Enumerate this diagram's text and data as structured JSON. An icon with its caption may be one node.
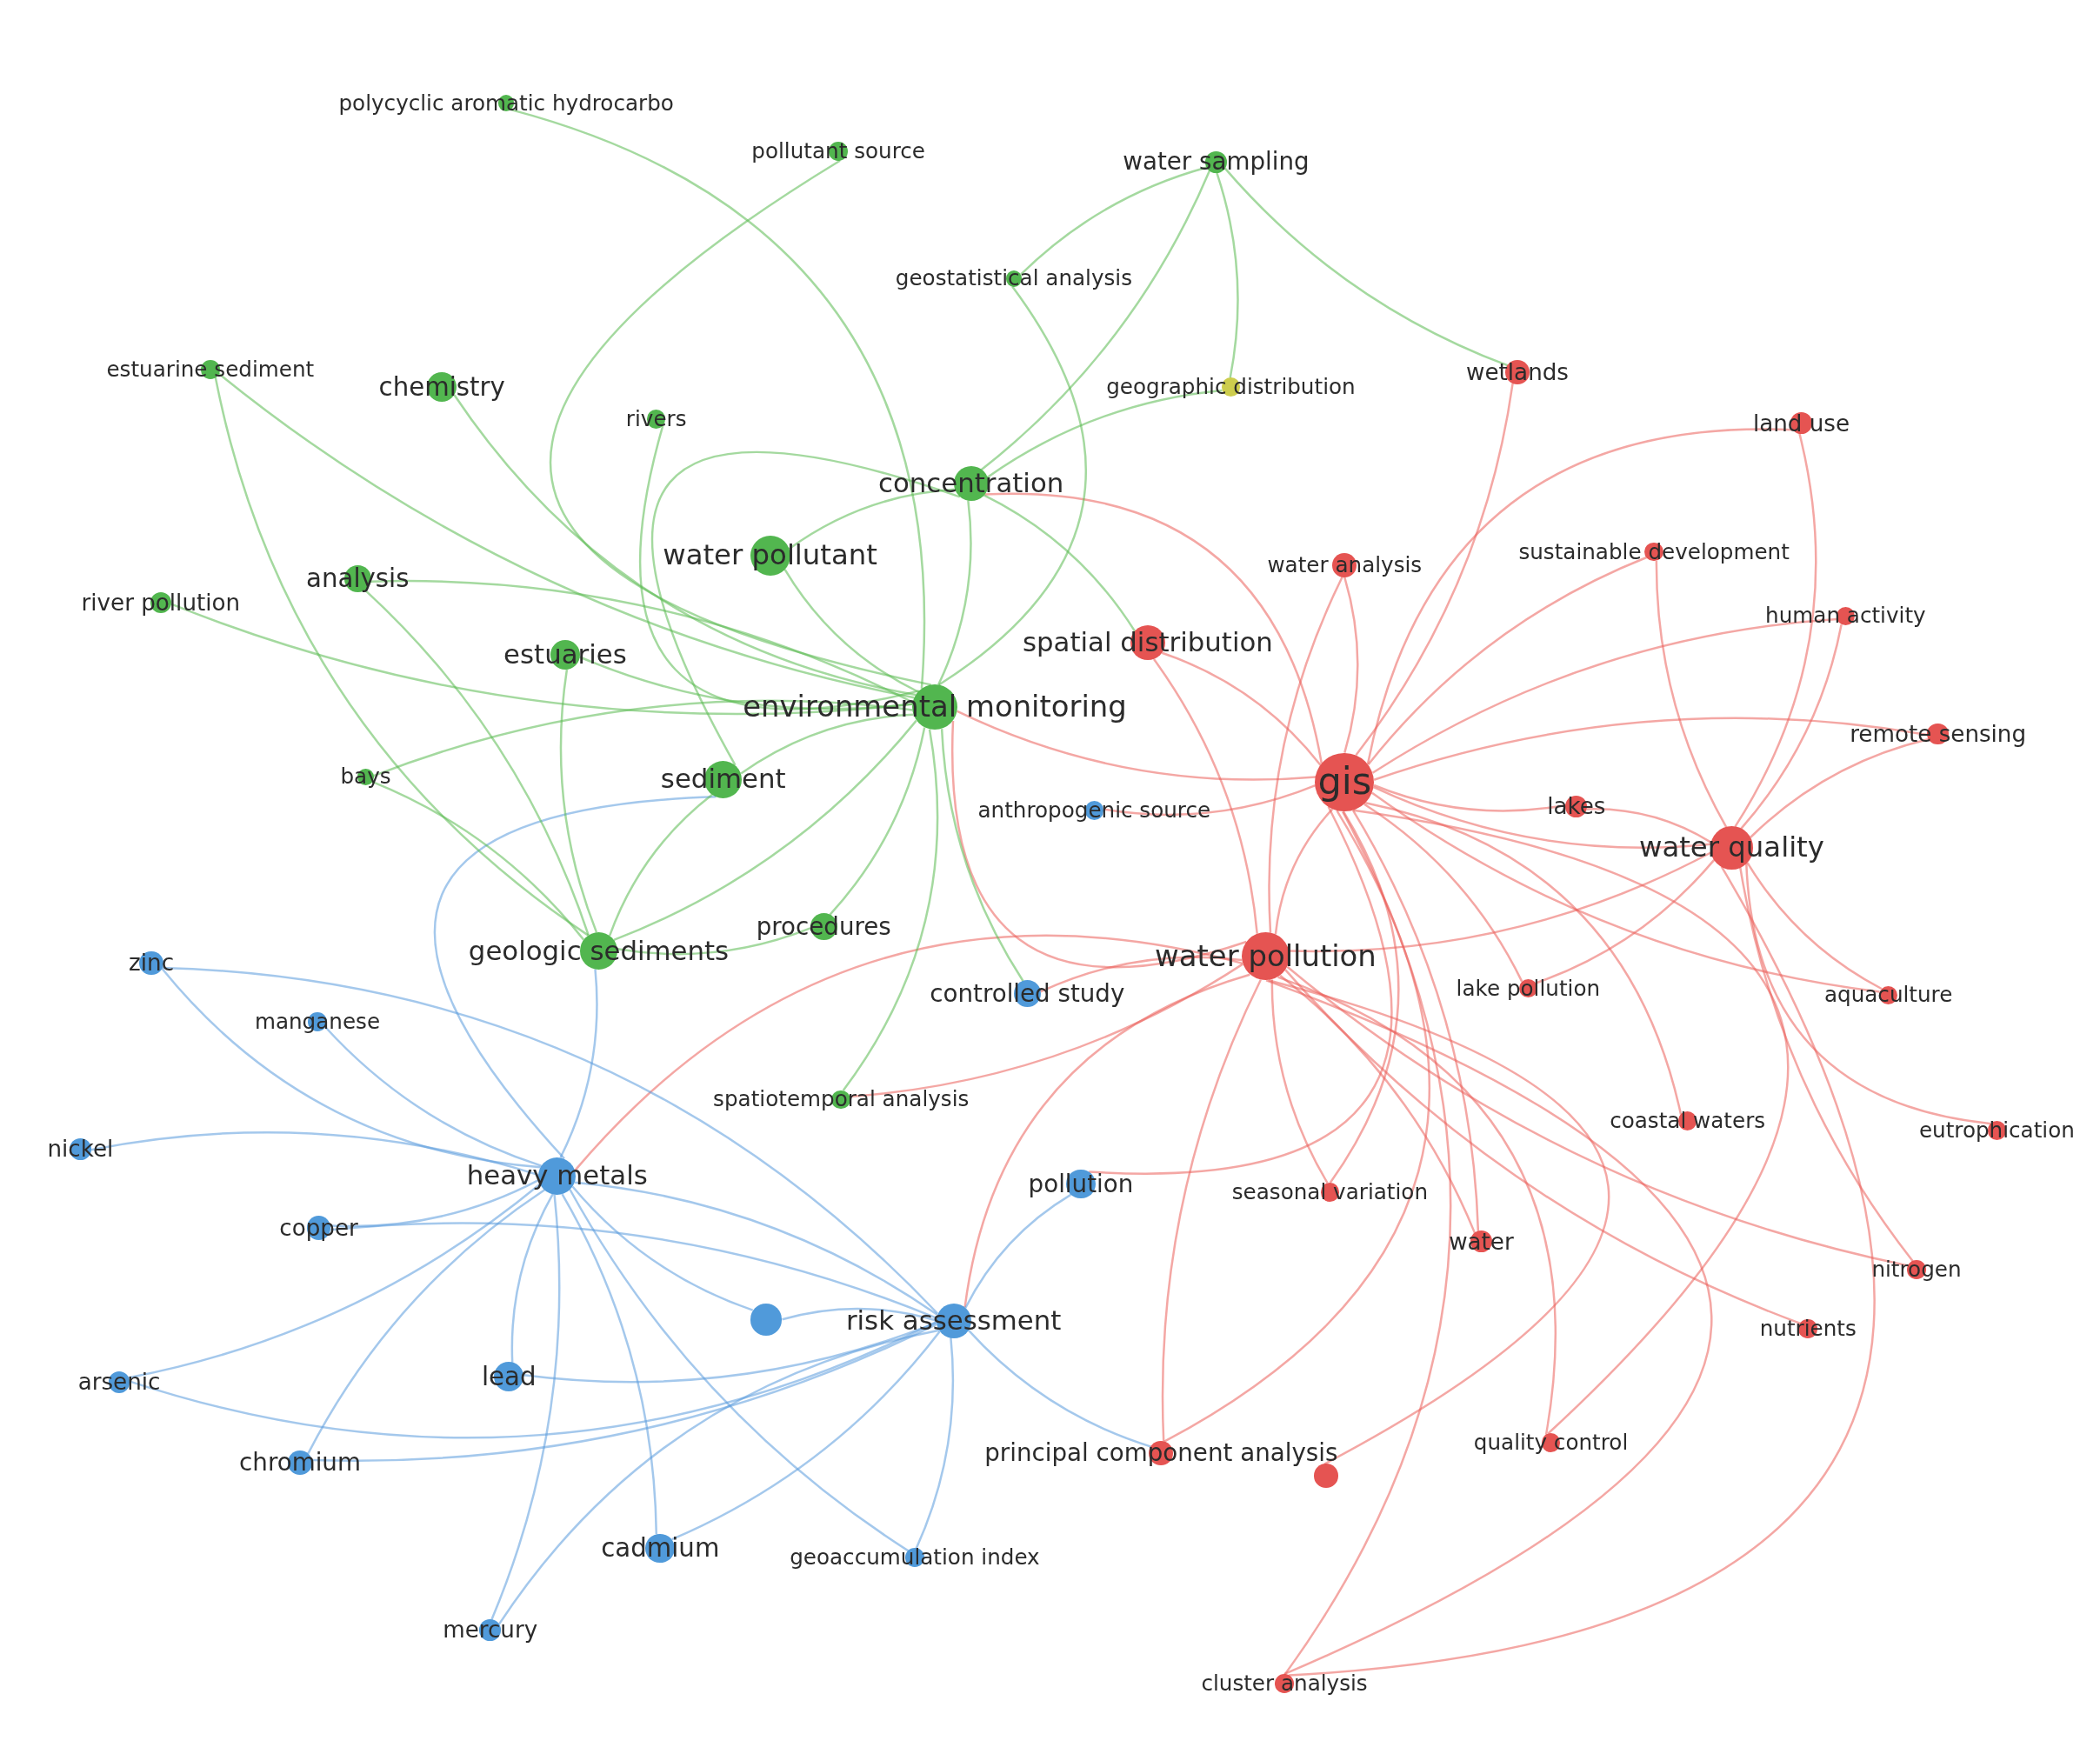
{
  "diagram": {
    "nodes": [
      {
        "text": [
          "polycyclic aromatic hydrocarbo"
        ]
      },
      {
        "text": [
          "pollutant source"
        ]
      },
      {
        "text": [
          "water sampling"
        ]
      },
      {
        "text": [
          "geostatistical analysis"
        ]
      },
      {
        "text": [
          "estuarine sediment"
        ]
      },
      {
        "text": [
          "wetlands"
        ]
      },
      {
        "text": [
          "chemistry"
        ]
      },
      {
        "text": [
          "geographic distribution"
        ]
      },
      {
        "text": [
          "rivers"
        ]
      },
      {
        "text": [
          "land use"
        ]
      },
      {
        "text": [
          "concentration"
        ]
      },
      {
        "text": [
          "sustainable development"
        ]
      },
      {
        "text": [
          "water pollutant"
        ]
      },
      {
        "text": [
          "water analysis"
        ]
      },
      {
        "text": [
          "analysis"
        ]
      },
      {
        "text": [
          "river pollution"
        ]
      },
      {
        "text": [
          "human activity"
        ]
      },
      {
        "text": [
          "spatial distribution"
        ]
      },
      {
        "text": [
          "estuaries"
        ]
      },
      {
        "text": [
          "environmental monitoring"
        ]
      },
      {
        "text": [
          "remote sensing"
        ]
      },
      {
        "text": [
          "bays"
        ]
      },
      {
        "text": [
          "sediment"
        ]
      },
      {
        "text": [
          "gis"
        ]
      },
      {
        "text": [
          "lakes"
        ]
      },
      {
        "text": [
          "anthropogenic source"
        ]
      },
      {
        "text": [
          "water quality"
        ]
      },
      {
        "text": [
          "procedures"
        ]
      },
      {
        "text": [
          "geologic sediments"
        ]
      },
      {
        "text": [
          "water pollution"
        ]
      },
      {
        "text": [
          "zinc"
        ]
      },
      {
        "text": [
          "lake pollution"
        ]
      },
      {
        "text": [
          "controlled study"
        ]
      },
      {
        "text": [
          "aquaculture"
        ]
      },
      {
        "text": [
          "manganese"
        ]
      },
      {
        "text": [
          "spatiotemporal analysis"
        ]
      },
      {
        "text": [
          "coastal waters"
        ]
      },
      {
        "text": [
          "eutrophication"
        ]
      },
      {
        "text": [
          "nickel"
        ]
      },
      {
        "text": [
          "heavy metals"
        ]
      },
      {
        "text": [
          "pollution"
        ]
      },
      {
        "text": [
          "seasonal variation"
        ]
      },
      {
        "text": [
          "copper"
        ]
      },
      {
        "text": [
          "water"
        ]
      },
      {
        "text": [
          "nitrogen"
        ]
      },
      {
        "text": [],
        "shape": "circle"
      },
      {
        "text": [
          "risk assessment"
        ]
      },
      {
        "text": [
          "nutrients"
        ]
      },
      {
        "text": [
          "lead"
        ]
      },
      {
        "text": [
          "arsenic"
        ]
      },
      {
        "text": [
          "quality control"
        ]
      },
      {
        "text": [
          "principal component analysis"
        ]
      },
      {
        "text": [
          "chromium"
        ]
      },
      {
        "text": [],
        "shape": "circle"
      },
      {
        "text": [
          "cadmium"
        ]
      },
      {
        "text": [
          "geoaccumulation index"
        ]
      },
      {
        "text": [
          "mercury"
        ]
      },
      {
        "text": [
          "cluster analysis"
        ]
      }
    ],
    "edges": [
      {
        "from": 23,
        "to": 5,
        "arrow": "none",
        "color": "#eb5f5a"
      },
      {
        "from": 23,
        "to": 9,
        "arrow": "none",
        "color": "#eb5f5a"
      },
      {
        "from": 23,
        "to": 11,
        "arrow": "none",
        "color": "#eb5f5a"
      },
      {
        "from": 23,
        "to": 13,
        "arrow": "none",
        "color": "#eb5f5a"
      },
      {
        "from": 23,
        "to": 16,
        "arrow": "none",
        "color": "#eb5f5a"
      },
      {
        "from": 23,
        "to": 17,
        "arrow": "none",
        "color": "#eb5f5a"
      },
      {
        "from": 23,
        "to": 20,
        "arrow": "none",
        "color": "#eb5f5a"
      },
      {
        "from": 23,
        "to": 24,
        "arrow": "none",
        "color": "#eb5f5a"
      },
      {
        "from": 23,
        "to": 26,
        "arrow": "none",
        "color": "#eb5f5a"
      },
      {
        "from": 23,
        "to": 29,
        "arrow": "none",
        "color": "#eb5f5a"
      },
      {
        "from": 23,
        "to": 31,
        "arrow": "none",
        "color": "#eb5f5a"
      },
      {
        "from": 23,
        "to": 33,
        "arrow": "none",
        "color": "#eb5f5a"
      },
      {
        "from": 23,
        "to": 36,
        "arrow": "none",
        "color": "#eb5f5a"
      },
      {
        "from": 23,
        "to": 41,
        "arrow": "none",
        "color": "#eb5f5a"
      },
      {
        "from": 23,
        "to": 43,
        "arrow": "none",
        "color": "#eb5f5a"
      },
      {
        "from": 23,
        "to": 50,
        "arrow": "none",
        "color": "#eb5f5a"
      },
      {
        "from": 23,
        "to": 51,
        "arrow": "none",
        "color": "#eb5f5a"
      },
      {
        "from": 23,
        "to": 57,
        "arrow": "none",
        "color": "#eb5f5a"
      },
      {
        "from": 23,
        "to": 19,
        "arrow": "none",
        "color": "#eb5f5a"
      },
      {
        "from": 23,
        "to": 10,
        "arrow": "none",
        "color": "#eb5f5a"
      },
      {
        "from": 23,
        "to": 25,
        "arrow": "none",
        "color": "#eb5f5a"
      },
      {
        "from": 23,
        "to": 40,
        "arrow": "none",
        "color": "#eb5f5a"
      },
      {
        "from": 29,
        "to": 13,
        "arrow": "none",
        "color": "#eb5f5a"
      },
      {
        "from": 29,
        "to": 17,
        "arrow": "none",
        "color": "#eb5f5a"
      },
      {
        "from": 29,
        "to": 19,
        "arrow": "none",
        "color": "#eb5f5a"
      },
      {
        "from": 29,
        "to": 26,
        "arrow": "none",
        "color": "#eb5f5a"
      },
      {
        "from": 29,
        "to": 35,
        "arrow": "none",
        "color": "#eb5f5a"
      },
      {
        "from": 29,
        "to": 41,
        "arrow": "none",
        "color": "#eb5f5a"
      },
      {
        "from": 29,
        "to": 43,
        "arrow": "none",
        "color": "#eb5f5a"
      },
      {
        "from": 29,
        "to": 44,
        "arrow": "none",
        "color": "#eb5f5a"
      },
      {
        "from": 29,
        "to": 47,
        "arrow": "none",
        "color": "#eb5f5a"
      },
      {
        "from": 29,
        "to": 50,
        "arrow": "none",
        "color": "#eb5f5a"
      },
      {
        "from": 29,
        "to": 51,
        "arrow": "none",
        "color": "#eb5f5a"
      },
      {
        "from": 29,
        "to": 53,
        "arrow": "none",
        "color": "#eb5f5a"
      },
      {
        "from": 29,
        "to": 57,
        "arrow": "none",
        "color": "#eb5f5a"
      },
      {
        "from": 29,
        "to": 39,
        "arrow": "none",
        "color": "#eb5f5a"
      },
      {
        "from": 29,
        "to": 46,
        "arrow": "none",
        "color": "#eb5f5a"
      },
      {
        "from": 29,
        "to": 32,
        "arrow": "none",
        "color": "#eb5f5a"
      },
      {
        "from": 19,
        "to": 0,
        "arrow": "none",
        "color": "#5ab950"
      },
      {
        "from": 19,
        "to": 1,
        "arrow": "none",
        "color": "#5ab950"
      },
      {
        "from": 19,
        "to": 3,
        "arrow": "none",
        "color": "#5ab950"
      },
      {
        "from": 19,
        "to": 6,
        "arrow": "none",
        "color": "#5ab950"
      },
      {
        "from": 19,
        "to": 8,
        "arrow": "none",
        "color": "#5ab950"
      },
      {
        "from": 19,
        "to": 10,
        "arrow": "none",
        "color": "#5ab950"
      },
      {
        "from": 19,
        "to": 12,
        "arrow": "none",
        "color": "#5ab950"
      },
      {
        "from": 19,
        "to": 14,
        "arrow": "none",
        "color": "#5ab950"
      },
      {
        "from": 19,
        "to": 18,
        "arrow": "none",
        "color": "#5ab950"
      },
      {
        "from": 19,
        "to": 22,
        "arrow": "none",
        "color": "#5ab950"
      },
      {
        "from": 19,
        "to": 27,
        "arrow": "none",
        "color": "#5ab950"
      },
      {
        "from": 19,
        "to": 28,
        "arrow": "none",
        "color": "#5ab950"
      },
      {
        "from": 19,
        "to": 35,
        "arrow": "none",
        "color": "#5ab950"
      },
      {
        "from": 19,
        "to": 21,
        "arrow": "none",
        "color": "#5ab950"
      },
      {
        "from": 19,
        "to": 4,
        "arrow": "none",
        "color": "#5ab950"
      },
      {
        "from": 19,
        "to": 15,
        "arrow": "none",
        "color": "#5ab950"
      },
      {
        "from": 19,
        "to": 32,
        "arrow": "none",
        "color": "#5ab950"
      },
      {
        "from": 39,
        "to": 30,
        "arrow": "none",
        "color": "#5a9bdc"
      },
      {
        "from": 39,
        "to": 34,
        "arrow": "none",
        "color": "#5a9bdc"
      },
      {
        "from": 39,
        "to": 38,
        "arrow": "none",
        "color": "#5a9bdc"
      },
      {
        "from": 39,
        "to": 42,
        "arrow": "none",
        "color": "#5a9bdc"
      },
      {
        "from": 39,
        "to": 48,
        "arrow": "none",
        "color": "#5a9bdc"
      },
      {
        "from": 39,
        "to": 49,
        "arrow": "none",
        "color": "#5a9bdc"
      },
      {
        "from": 39,
        "to": 52,
        "arrow": "none",
        "color": "#5a9bdc"
      },
      {
        "from": 39,
        "to": 54,
        "arrow": "none",
        "color": "#5a9bdc"
      },
      {
        "from": 39,
        "to": 56,
        "arrow": "none",
        "color": "#5a9bdc"
      },
      {
        "from": 39,
        "to": 22,
        "arrow": "none",
        "color": "#5a9bdc"
      },
      {
        "from": 39,
        "to": 28,
        "arrow": "none",
        "color": "#5a9bdc"
      },
      {
        "from": 39,
        "to": 46,
        "arrow": "none",
        "color": "#5a9bdc"
      },
      {
        "from": 39,
        "to": 45,
        "arrow": "none",
        "color": "#5a9bdc"
      },
      {
        "from": 39,
        "to": 55,
        "arrow": "none",
        "color": "#5a9bdc"
      },
      {
        "from": 46,
        "to": 48,
        "arrow": "none",
        "color": "#5a9bdc"
      },
      {
        "from": 46,
        "to": 54,
        "arrow": "none",
        "color": "#5a9bdc"
      },
      {
        "from": 46,
        "to": 56,
        "arrow": "none",
        "color": "#5a9bdc"
      },
      {
        "from": 46,
        "to": 55,
        "arrow": "none",
        "color": "#5a9bdc"
      },
      {
        "from": 46,
        "to": 45,
        "arrow": "none",
        "color": "#5a9bdc"
      },
      {
        "from": 46,
        "to": 40,
        "arrow": "none",
        "color": "#5a9bdc"
      },
      {
        "from": 46,
        "to": 51,
        "arrow": "none",
        "color": "#5a9bdc"
      },
      {
        "from": 46,
        "to": 30,
        "arrow": "none",
        "color": "#5a9bdc"
      },
      {
        "from": 46,
        "to": 42,
        "arrow": "none",
        "color": "#5a9bdc"
      },
      {
        "from": 46,
        "to": 49,
        "arrow": "none",
        "color": "#5a9bdc"
      },
      {
        "from": 46,
        "to": 52,
        "arrow": "none",
        "color": "#5a9bdc"
      },
      {
        "from": 2,
        "to": 10,
        "arrow": "none",
        "color": "#5ab950"
      },
      {
        "from": 2,
        "to": 3,
        "arrow": "none",
        "color": "#5ab950"
      },
      {
        "from": 2,
        "to": 7,
        "arrow": "none",
        "color": "#5ab950"
      },
      {
        "from": 2,
        "to": 5,
        "arrow": "none",
        "color": "#5ab950"
      },
      {
        "from": 10,
        "to": 7,
        "arrow": "none",
        "color": "#5ab950"
      },
      {
        "from": 10,
        "to": 12,
        "arrow": "none",
        "color": "#5ab950"
      },
      {
        "from": 10,
        "to": 17,
        "arrow": "none",
        "color": "#5ab950"
      },
      {
        "from": 10,
        "to": 22,
        "arrow": "none",
        "color": "#5ab950"
      },
      {
        "from": 26,
        "to": 9,
        "arrow": "none",
        "color": "#eb5f5a"
      },
      {
        "from": 26,
        "to": 16,
        "arrow": "none",
        "color": "#eb5f5a"
      },
      {
        "from": 26,
        "to": 20,
        "arrow": "none",
        "color": "#eb5f5a"
      },
      {
        "from": 26,
        "to": 24,
        "arrow": "none",
        "color": "#eb5f5a"
      },
      {
        "from": 26,
        "to": 31,
        "arrow": "none",
        "color": "#eb5f5a"
      },
      {
        "from": 26,
        "to": 33,
        "arrow": "none",
        "color": "#eb5f5a"
      },
      {
        "from": 26,
        "to": 37,
        "arrow": "none",
        "color": "#eb5f5a"
      },
      {
        "from": 26,
        "to": 44,
        "arrow": "none",
        "color": "#eb5f5a"
      },
      {
        "from": 26,
        "to": 11,
        "arrow": "none",
        "color": "#eb5f5a"
      },
      {
        "from": 26,
        "to": 57,
        "arrow": "none",
        "color": "#eb5f5a"
      },
      {
        "from": 28,
        "to": 4,
        "arrow": "none",
        "color": "#5ab950"
      },
      {
        "from": 28,
        "to": 14,
        "arrow": "none",
        "color": "#5ab950"
      },
      {
        "from": 28,
        "to": 18,
        "arrow": "none",
        "color": "#5ab950"
      },
      {
        "from": 28,
        "to": 21,
        "arrow": "none",
        "color": "#5ab950"
      },
      {
        "from": 28,
        "to": 22,
        "arrow": "none",
        "color": "#5ab950"
      },
      {
        "from": 28,
        "to": 27,
        "arrow": "none",
        "color": "#5ab950"
      }
    ]
  }
}
